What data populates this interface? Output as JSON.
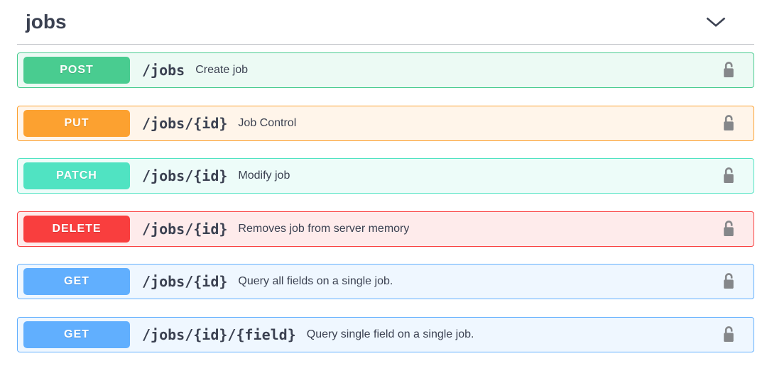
{
  "header": {
    "title": "jobs"
  },
  "colors": {
    "text_primary": "#3b4151",
    "divider": "#c4c6cb",
    "lock_gray": "#85878a",
    "method_text": "#ffffff",
    "post": "#49cc90",
    "put": "#fca130",
    "patch": "#50e3c2",
    "delete": "#f93e3e",
    "get": "#61affe"
  },
  "operations": [
    {
      "method": "POST",
      "path": "/jobs",
      "summary": "Create job",
      "color": "#49cc90"
    },
    {
      "method": "PUT",
      "path": "/jobs/{id}",
      "summary": "Job Control",
      "color": "#fca130"
    },
    {
      "method": "PATCH",
      "path": "/jobs/{id}",
      "summary": "Modify job",
      "color": "#50e3c2"
    },
    {
      "method": "DELETE",
      "path": "/jobs/{id}",
      "summary": "Removes job from server memory",
      "color": "#f93e3e"
    },
    {
      "method": "GET",
      "path": "/jobs/{id}",
      "summary": "Query all fields on a single job.",
      "color": "#61affe"
    },
    {
      "method": "GET",
      "path": "/jobs/{id}/{field}",
      "summary": "Query single field on a single job.",
      "color": "#61affe"
    }
  ]
}
